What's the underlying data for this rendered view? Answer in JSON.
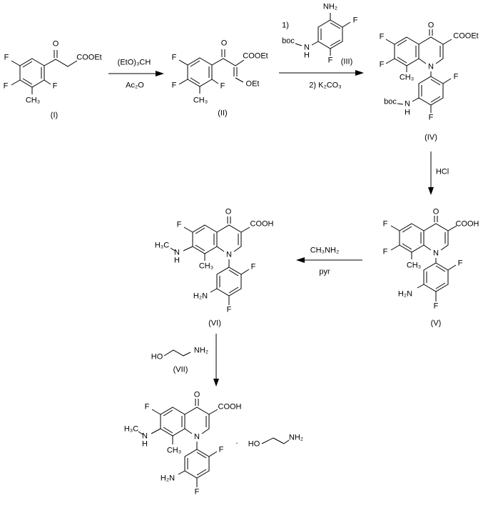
{
  "page": {
    "background": "#ffffff",
    "ink": "#000000"
  },
  "compounds": {
    "I": {
      "number": "(I)",
      "atoms": {
        "o": "O",
        "ester": "COOEt",
        "f1": "F",
        "f2": "F",
        "f3": "F",
        "methyl": "CH₃"
      }
    },
    "II": {
      "number": "(II)",
      "atoms": {
        "o": "O",
        "ester": "COOEt",
        "enol": "OEt",
        "f1": "F",
        "f2": "F",
        "f3": "F",
        "methyl": "CH₃"
      }
    },
    "III": {
      "number": "(III)",
      "atoms": {
        "amine": "NH₂",
        "f1": "F",
        "f2": "F",
        "boc": "boc",
        "n": "N",
        "h": "H"
      }
    },
    "IV": {
      "number": "(IV)",
      "atoms": {
        "o": "O",
        "ester": "COOEt",
        "f1": "F",
        "f2": "F",
        "methyl": "CH₃",
        "n1": "N",
        "aryl_f1": "F",
        "aryl_f2": "F",
        "boc": "boc",
        "n": "N",
        "h": "H"
      }
    },
    "V": {
      "number": "(V)",
      "atoms": {
        "o": "O",
        "acid": "COOH",
        "f1": "F",
        "f2": "F",
        "methyl": "CH₃",
        "n1": "N",
        "aryl_f1": "F",
        "aryl_f2": "F",
        "amine": "H₂N"
      }
    },
    "VI": {
      "number": "(VI)",
      "atoms": {
        "o": "O",
        "acid": "COOH",
        "f1": "F",
        "nme_c": "H₃C",
        "nme_n": "N",
        "nme_h": "H",
        "methyl": "CH₃",
        "n1": "N",
        "aryl_f1": "F",
        "aryl_f2": "F",
        "amine": "H₂N"
      }
    },
    "VII": {
      "number": "(VII)",
      "atoms": {
        "ho": "HO",
        "amine": "NH₂"
      }
    },
    "product": {
      "atoms": {
        "o": "O",
        "acid": "COOH",
        "f1": "F",
        "nme_c": "H₃C",
        "nme_n": "N",
        "nme_h": "H",
        "methyl": "CH₃",
        "n1": "N",
        "aryl_f1": "F",
        "aryl_f2": "F",
        "amine": "H₂N",
        "salt_dot": "·",
        "salt_ho": "HO",
        "salt_amine": "NH₂"
      }
    }
  },
  "steps": {
    "s1": {
      "above": "(EtO)₃CH",
      "below": "Ac₂O"
    },
    "s2": {
      "pre": "1)",
      "below": "2) K₂CO₃"
    },
    "s3": {
      "label": "HCl"
    },
    "s4": {
      "above": "CH₃NH₂",
      "below": "pyr"
    }
  }
}
